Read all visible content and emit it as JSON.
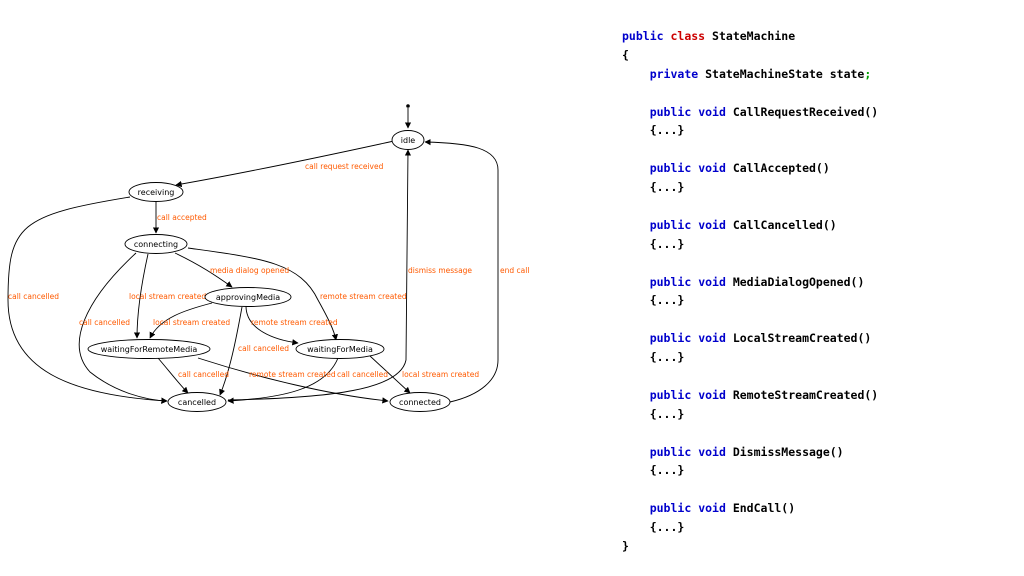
{
  "diagram": {
    "colors": {
      "edge_label": "#ff5a00",
      "stroke": "#000000"
    },
    "states": {
      "idle": "idle",
      "receiving": "receiving",
      "connecting": "connecting",
      "approvingMedia": "approvingMedia",
      "waitingForRemoteMedia": "waitingForRemoteMedia",
      "waitingForMedia": "waitingForMedia",
      "cancelled": "cancelled",
      "connected": "connected"
    },
    "transitions": {
      "call_request_received": "call request received",
      "call_accepted": "call accepted",
      "media_dialog_opened": "media dialog opened",
      "receiving_call_cancelled": "call cancelled",
      "connecting_local_stream_created": "local stream created",
      "connecting_remote_stream_created": "remote stream created",
      "connecting_call_cancelled": "call cancelled",
      "approving_local_stream_created": "local stream created",
      "approving_remote_stream_created": "remote stream created",
      "approving_call_cancelled": "call cancelled",
      "wfrm_call_cancelled": "call cancelled",
      "wfrm_remote_stream_created": "remote stream created",
      "wfm_call_cancelled": "call cancelled",
      "wfm_local_stream_created": "local stream created",
      "dismiss_message": "dismiss message",
      "end_call": "end call"
    }
  },
  "code": {
    "colors": {
      "keyword": "#0000cc",
      "keyword_class": "#cc0000",
      "semicolon": "#00a000",
      "text": "#000000"
    },
    "class_decl": {
      "kw1": "public",
      "kw2": "class",
      "name": "StateMachine"
    },
    "open_brace": "{",
    "close_brace": "}",
    "field": {
      "kw": "private",
      "decl": "StateMachineState state",
      "semi": ";"
    },
    "methods": [
      {
        "kw1": "public",
        "kw2": "void",
        "name": "CallRequestReceived()",
        "body": "{...}"
      },
      {
        "kw1": "public",
        "kw2": "void",
        "name": "CallAccepted()",
        "body": "{...}"
      },
      {
        "kw1": "public",
        "kw2": "void",
        "name": "CallCancelled()",
        "body": "{...}"
      },
      {
        "kw1": "public",
        "kw2": "void",
        "name": "MediaDialogOpened()",
        "body": "{...}"
      },
      {
        "kw1": "public",
        "kw2": "void",
        "name": "LocalStreamCreated()",
        "body": "{...}"
      },
      {
        "kw1": "public",
        "kw2": "void",
        "name": "RemoteStreamCreated()",
        "body": "{...}"
      },
      {
        "kw1": "public",
        "kw2": "void",
        "name": "DismissMessage()",
        "body": "{...}"
      },
      {
        "kw1": "public",
        "kw2": "void",
        "name": "EndCall()",
        "body": "{...}"
      }
    ]
  }
}
